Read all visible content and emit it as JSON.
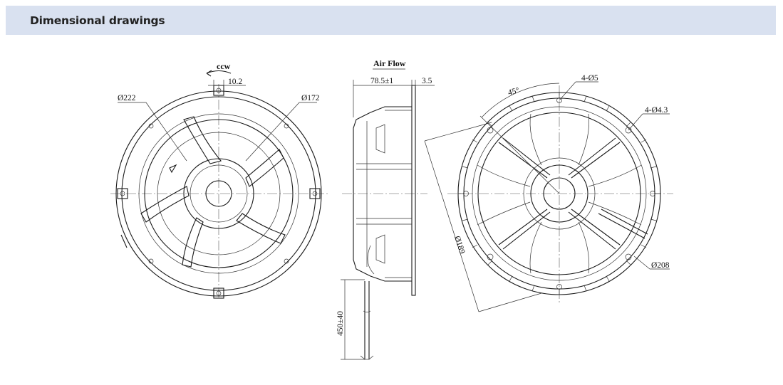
{
  "header": {
    "title": "Dimensional drawings"
  },
  "front_view": {
    "rotation_label": "ccw",
    "offset_dim": "10.2",
    "outer_diameter": "Ø222",
    "inner_diameter": "Ø172"
  },
  "side_view": {
    "airflow_label": "Air Flow",
    "depth_dim": "78.5±1",
    "flange_dim": "3.5",
    "cable_length": "450±40"
  },
  "rear_view": {
    "angle_label": "45°",
    "hole_a": "4-Ø5",
    "hole_b": "4-Ø4.3",
    "bolt_circle": "Ø189",
    "guard_diameter": "Ø208"
  }
}
